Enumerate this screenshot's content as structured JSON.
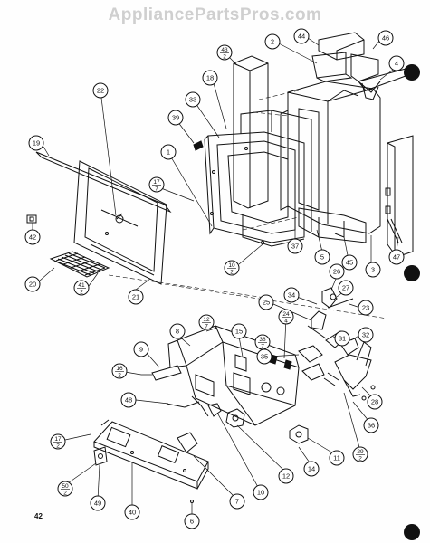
{
  "header": {
    "watermark": "AppliancePartsPros.com"
  },
  "footer": {
    "page_number": "42"
  },
  "colors": {
    "ink": "#111111",
    "paper": "#fefefe",
    "watermark": "#969696"
  },
  "callouts": [
    {
      "id": "c44",
      "label": "44"
    },
    {
      "id": "c46",
      "label": "46"
    },
    {
      "id": "c43",
      "label": "43",
      "sub": "2"
    },
    {
      "id": "c2",
      "label": "2"
    },
    {
      "id": "c4",
      "label": "4"
    },
    {
      "id": "c22",
      "label": "22"
    },
    {
      "id": "c18",
      "label": "18"
    },
    {
      "id": "c33",
      "label": "33"
    },
    {
      "id": "c39",
      "label": "39"
    },
    {
      "id": "c19",
      "label": "19"
    },
    {
      "id": "c1",
      "label": "1"
    },
    {
      "id": "c17a",
      "label": "17",
      "sub": "7"
    },
    {
      "id": "c42",
      "label": "42"
    },
    {
      "id": "c20",
      "label": "20"
    },
    {
      "id": "c41",
      "label": "41",
      "sub": "2"
    },
    {
      "id": "c21",
      "label": "21"
    },
    {
      "id": "c10a",
      "label": "10",
      "sub": "2"
    },
    {
      "id": "c37",
      "label": "37"
    },
    {
      "id": "c5",
      "label": "5"
    },
    {
      "id": "c45",
      "label": "45"
    },
    {
      "id": "c3",
      "label": "3"
    },
    {
      "id": "c47",
      "label": "47"
    },
    {
      "id": "c26",
      "label": "26"
    },
    {
      "id": "c27",
      "label": "27"
    },
    {
      "id": "c23",
      "label": "23"
    },
    {
      "id": "c34",
      "label": "34"
    },
    {
      "id": "c25",
      "label": "25"
    },
    {
      "id": "c12a",
      "label": "12",
      "sub": "7"
    },
    {
      "id": "c8",
      "label": "8"
    },
    {
      "id": "c15",
      "label": "15"
    },
    {
      "id": "c24",
      "label": "24",
      "sub": "4"
    },
    {
      "id": "c38",
      "label": "38",
      "sub": "7"
    },
    {
      "id": "c31",
      "label": "31"
    },
    {
      "id": "c32",
      "label": "32"
    },
    {
      "id": "c35",
      "label": "35"
    },
    {
      "id": "c9",
      "label": "9"
    },
    {
      "id": "c16",
      "label": "16",
      "sub": "2"
    },
    {
      "id": "c48",
      "label": "48"
    },
    {
      "id": "c28",
      "label": "28"
    },
    {
      "id": "c36",
      "label": "36"
    },
    {
      "id": "c29",
      "label": "29",
      "sub": "2"
    },
    {
      "id": "c17b",
      "label": "17",
      "sub": "2"
    },
    {
      "id": "c11",
      "label": "11"
    },
    {
      "id": "c14",
      "label": "14"
    },
    {
      "id": "c12b",
      "label": "12"
    },
    {
      "id": "c10b",
      "label": "10"
    },
    {
      "id": "c7",
      "label": "7"
    },
    {
      "id": "c50",
      "label": "50",
      "sub": "2"
    },
    {
      "id": "c49",
      "label": "49"
    },
    {
      "id": "c40",
      "label": "40"
    },
    {
      "id": "c6",
      "label": "6"
    }
  ]
}
